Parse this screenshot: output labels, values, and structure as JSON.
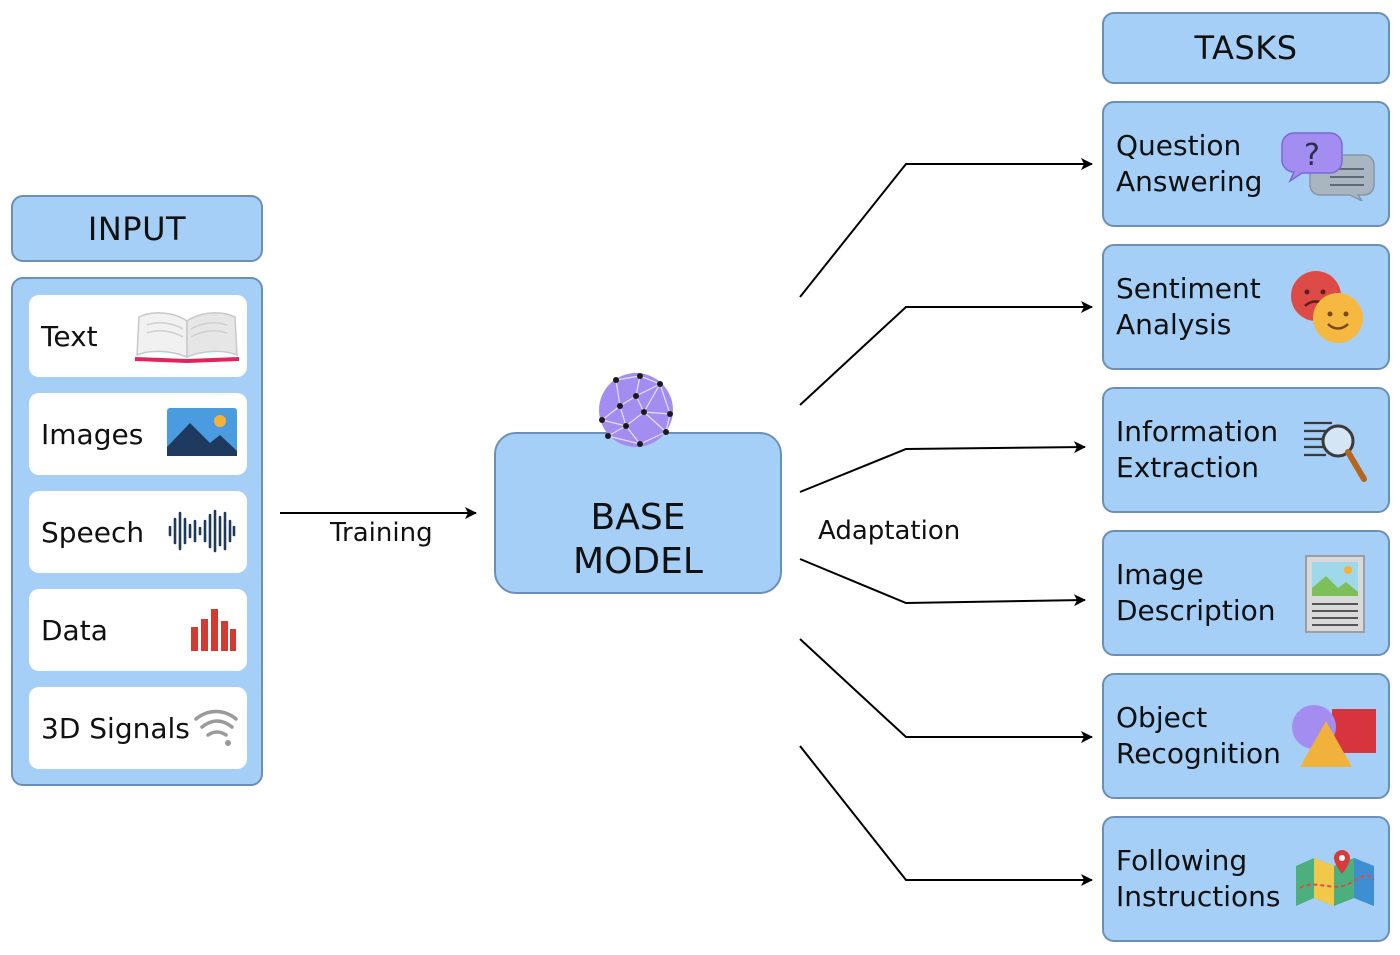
{
  "input": {
    "title": "INPUT",
    "items": [
      {
        "label": "Text",
        "icon": "open-book-icon"
      },
      {
        "label": "Images",
        "icon": "landscape-image-icon"
      },
      {
        "label": "Speech",
        "icon": "sound-wave-icon"
      },
      {
        "label": "Data",
        "icon": "bar-chart-icon"
      },
      {
        "label": "3D Signals",
        "icon": "signal-waves-icon"
      }
    ]
  },
  "base_model": {
    "line1": "BASE",
    "line2": "MODEL",
    "icon": "neural-network-globe-icon"
  },
  "edges": {
    "training": "Training",
    "adaptation": "Adaptation"
  },
  "tasks": {
    "title": "TASKS",
    "items": [
      {
        "line1": "Question",
        "line2": "Answering",
        "icon": "question-speech-bubbles-icon"
      },
      {
        "line1": "Sentiment",
        "line2": "Analysis",
        "icon": "sad-happy-faces-icon"
      },
      {
        "line1": "Information",
        "line2": "Extraction",
        "icon": "document-magnifier-icon"
      },
      {
        "line1": "Image",
        "line2": "Description",
        "icon": "picture-document-icon"
      },
      {
        "line1": "Object",
        "line2": "Recognition",
        "icon": "shapes-icon"
      },
      {
        "line1": "Following",
        "line2": "Instructions",
        "icon": "map-pin-icon"
      }
    ]
  },
  "colors": {
    "box_fill": "#a5cff7",
    "box_border": "#6b8fb5",
    "item_fill": "#ffffff"
  }
}
